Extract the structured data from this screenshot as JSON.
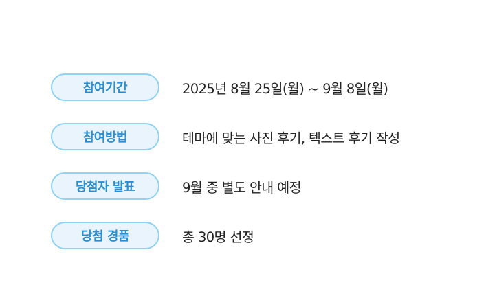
{
  "info_rows": [
    {
      "label": "참여기간",
      "value": "2025년 8월 25일(월) ~ 9월 8일(월)"
    },
    {
      "label": "참여방법",
      "value": "테마에 맞는 사진 후기, 텍스트 후기 작성"
    },
    {
      "label": "당첨자 발표",
      "value": "9월 중 별도 안내 예정"
    },
    {
      "label": "당첨 경품",
      "value": "총 30명 선정"
    }
  ],
  "colors": {
    "pill_background": "#eaf4fc",
    "pill_border": "#8fd2f3",
    "pill_text": "#2a8ed2",
    "value_text": "#222222"
  }
}
